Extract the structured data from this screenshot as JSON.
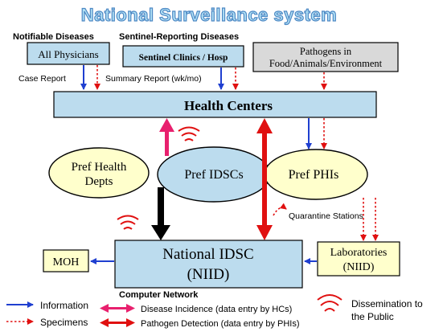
{
  "title": "National Surveillance system",
  "header_labels": {
    "notifiable": "Notifiable Diseases",
    "sentinel": "Sentinel-Reporting Diseases"
  },
  "sources": {
    "physicians": "All Physicians",
    "sentinel_clinics": "Sentinel Clinics / Hosp",
    "pathogens_line1": "Pathogens in",
    "pathogens_line2": "Food/Animals/Environment"
  },
  "flow_labels": {
    "case_report": "Case Report",
    "summary_report": "Summary Report (wk/mo)",
    "quarantine": "Quarantine Stations",
    "computer_network": "Computer Network"
  },
  "nodes": {
    "health_centers": "Health  Centers",
    "pref_health_line1": "Pref Health",
    "pref_health_line2": "Depts",
    "pref_idscs": "Pref IDSCs",
    "pref_phis": "Pref  PHIs",
    "national_idsc_line1": "National IDSC",
    "national_idsc_line2": "(NIID)",
    "moh": "MOH",
    "labs_line1": "Laboratories",
    "labs_line2": "(NIID)"
  },
  "legend": {
    "information": "Information",
    "specimens": "Specimens",
    "disease_incidence": "Disease Incidence (data entry by HCs)",
    "pathogen_detection": "Pathogen Detection (data entry by PHIs)",
    "dissemination_line1": "Dissemination to",
    "dissemination_line2": "the Public"
  },
  "colors": {
    "title_fill": "#b3e2f6",
    "title_stroke": "#4d88c4",
    "box_fill": "#bcdcee",
    "ellipse_fill": "#ffffcc",
    "pathogen_box_fill": "#d9d9d9",
    "information_arrow": "#1f3fd0",
    "specimen_arrow": "#e01010",
    "disease_arrow": "#e8206e",
    "pathogen_arrow": "#e01010",
    "signal": "#e01010"
  }
}
